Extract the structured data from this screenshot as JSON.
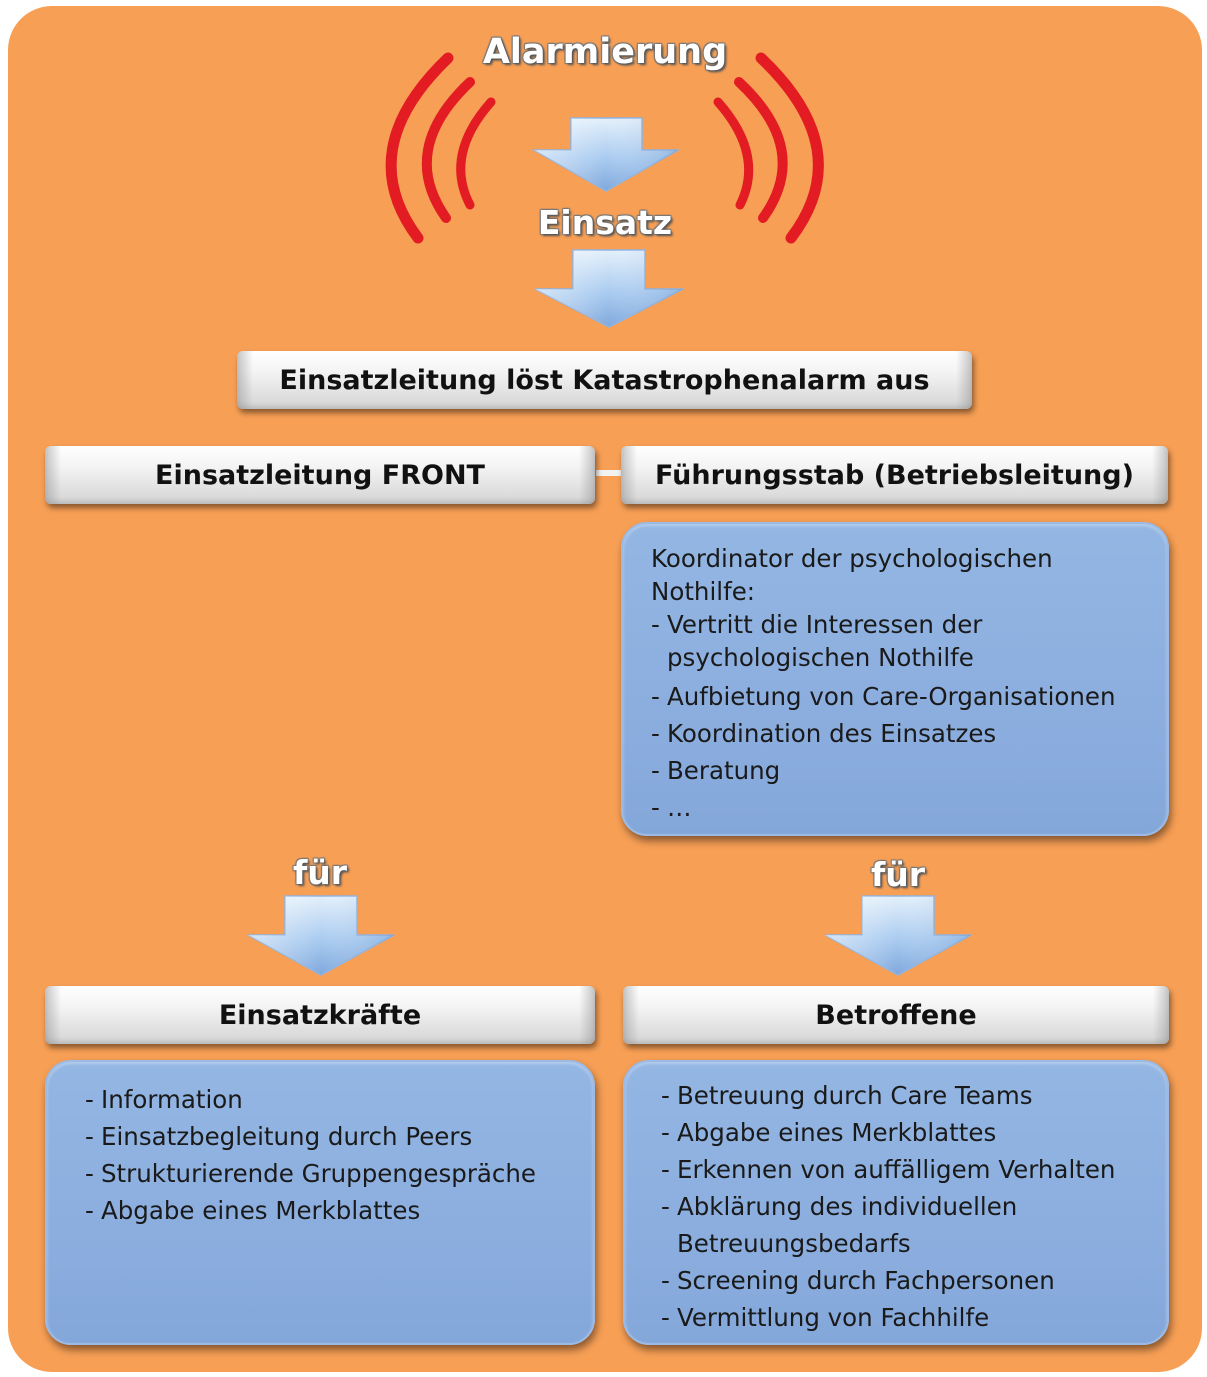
{
  "title_top": "Alarmierung",
  "label_mission": "Einsatz",
  "alarm_box": "Einsatzleitung löst Katastrophenalarm aus",
  "left_header": "Einsatzleitung FRONT",
  "right_header": "Führungsstab (Betriebsleitung)",
  "coordinator": {
    "heading": "Koordinator der psychologischen Nothilfe:",
    "items": [
      "Vertritt die Interessen der psychologischen Nothilfe",
      "Aufbietung von Care-Organisationen",
      "Koordination des Einsatzes",
      "Beratung",
      "…"
    ]
  },
  "for_left": "für",
  "for_right": "für",
  "forces_header": "Einsatzkräfte",
  "affected_header": "Betroffene",
  "forces_items": [
    "Information",
    "Einsatzbegleitung durch Peers",
    "Strukturierende Gruppengespräche",
    "Abgabe eines Merkblattes"
  ],
  "affected_items": [
    "Betreuung durch Care Teams",
    "Abgabe eines Merkblattes",
    "Erkennen von auffälligem Verhalten",
    "Abklärung des individuellen Betreuungsbedarfs",
    "Screening durch Fachpersonen",
    "Vermittlung von Fachhilfe"
  ],
  "colors": {
    "background": "#f79f55",
    "alarm_waves": "#e31b23",
    "arrow": "#a9cbf0",
    "content_box": "#8caedf",
    "header_box": "#e8e8e8"
  }
}
